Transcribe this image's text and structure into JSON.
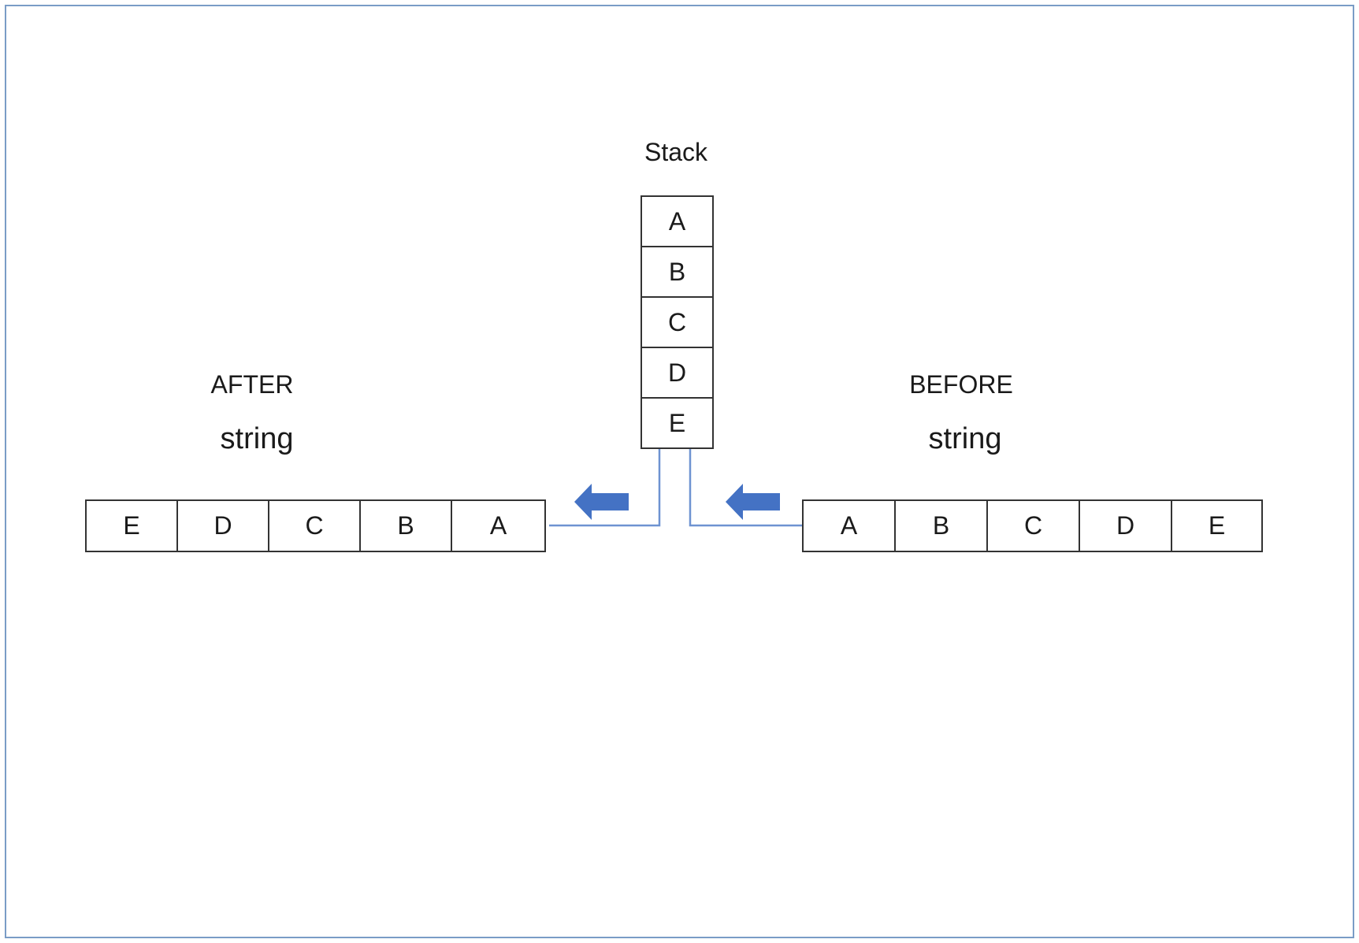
{
  "stack": {
    "title": "Stack",
    "items": [
      "A",
      "B",
      "C",
      "D",
      "E"
    ]
  },
  "after": {
    "title": "AFTER",
    "subtitle": "string",
    "items": [
      "E",
      "D",
      "C",
      "B",
      "A"
    ]
  },
  "before": {
    "title": "BEFORE",
    "subtitle": "string",
    "items": [
      "A",
      "B",
      "C",
      "D",
      "E"
    ]
  },
  "colors": {
    "frame_border": "#7a9cc6",
    "connector_line": "#6e93d1",
    "arrow_fill": "#4472c4",
    "cell_border": "#333333"
  },
  "icons": {
    "flow_arrow": "arrow-left-icon"
  }
}
